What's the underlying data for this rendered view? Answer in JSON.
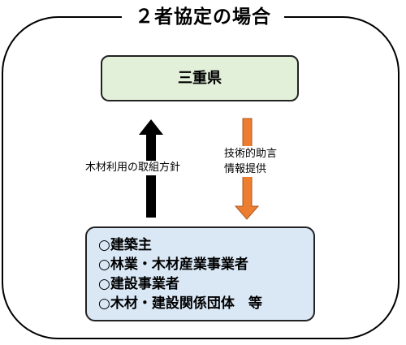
{
  "title": "２者協定の場合",
  "prefecture": "三重県",
  "upward_label": "木材利用の取組方針",
  "downward_label": [
    "技術的助言",
    "情報提供"
  ],
  "parties": [
    "○建築主",
    "○林業・木材産業事業者",
    "○建設事業者",
    "○木材・建設関係団体　等"
  ],
  "colors": {
    "prefecture_fill": "#e2f0d9",
    "parties_fill": "#dae8f6",
    "up_arrow": "#000000",
    "down_arrow": "#ed7d31"
  }
}
